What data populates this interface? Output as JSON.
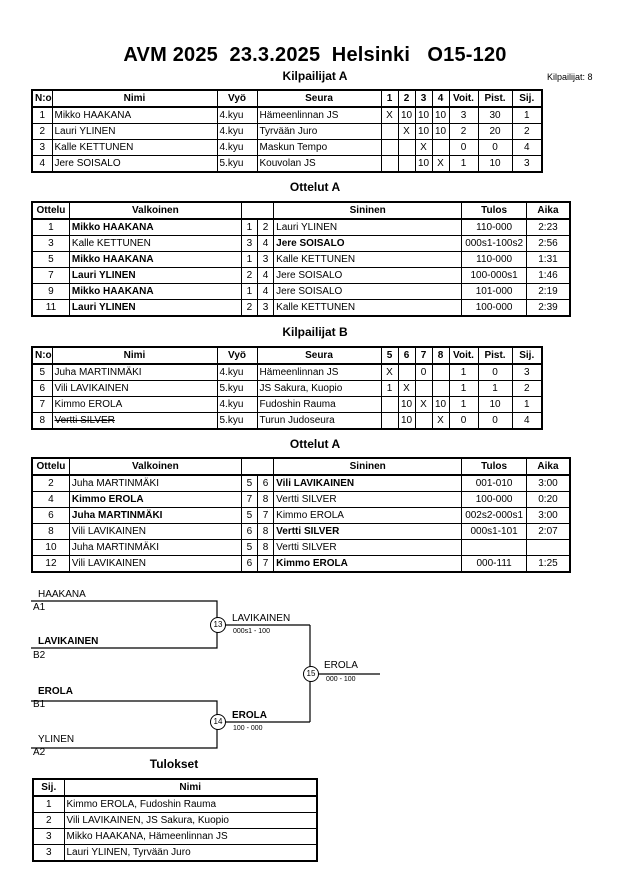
{
  "header": {
    "title": "AVM 2025  23.3.2025  Helsinki   O15-120",
    "participants_count": "Kilpailijat: 8"
  },
  "pool_a": {
    "title": "Kilpailijat A",
    "headers": [
      "N:o",
      "Nimi",
      "Vyö",
      "Seura",
      "1",
      "2",
      "3",
      "4",
      "Voit.",
      "Pist.",
      "Sij."
    ],
    "rows": [
      {
        "no": "1",
        "name": "Mikko HAAKANA",
        "belt": "4.kyu",
        "club": "Hämeenlinnan JS",
        "r1": "X",
        "r2": "10",
        "r3": "10",
        "r4": "10",
        "wins": "3",
        "points": "30",
        "place": "1"
      },
      {
        "no": "2",
        "name": "Lauri YLINEN",
        "belt": "4.kyu",
        "club": "Tyrvään Juro",
        "r1": "",
        "r2": "X",
        "r3": "10",
        "r4": "10",
        "wins": "2",
        "points": "20",
        "place": "2"
      },
      {
        "no": "3",
        "name": "Kalle KETTUNEN",
        "belt": "4.kyu",
        "club": "Maskun Tempo",
        "r1": "",
        "r2": "",
        "r3": "X",
        "r4": "",
        "wins": "0",
        "points": "0",
        "place": "4"
      },
      {
        "no": "4",
        "name": "Jere SOISALO",
        "belt": "5.kyu",
        "club": "Kouvolan JS",
        "r1": "",
        "r2": "",
        "r3": "10",
        "r4": "X",
        "wins": "1",
        "points": "10",
        "place": "3"
      }
    ]
  },
  "matches_a": {
    "title": "Ottelut A",
    "headers": [
      "Ottelu",
      "Valkoinen",
      "",
      "",
      "Sininen",
      "Tulos",
      "Aika"
    ],
    "rows": [
      {
        "match": "1",
        "white": "Mikko HAAKANA",
        "wn": "1",
        "bn": "2",
        "blue": "Lauri YLINEN",
        "result": "110-000",
        "time": "2:23",
        "white_bold": true,
        "blue_bold": false
      },
      {
        "match": "3",
        "white": "Kalle KETTUNEN",
        "wn": "3",
        "bn": "4",
        "blue": "Jere SOISALO",
        "result": "000s1-100s2",
        "time": "2:56",
        "white_bold": false,
        "blue_bold": true
      },
      {
        "match": "5",
        "white": "Mikko HAAKANA",
        "wn": "1",
        "bn": "3",
        "blue": "Kalle KETTUNEN",
        "result": "110-000",
        "time": "1:31",
        "white_bold": true,
        "blue_bold": false
      },
      {
        "match": "7",
        "white": "Lauri YLINEN",
        "wn": "2",
        "bn": "4",
        "blue": "Jere SOISALO",
        "result": "100-000s1",
        "time": "1:46",
        "white_bold": true,
        "blue_bold": false
      },
      {
        "match": "9",
        "white": "Mikko HAAKANA",
        "wn": "1",
        "bn": "4",
        "blue": "Jere SOISALO",
        "result": "101-000",
        "time": "2:19",
        "white_bold": true,
        "blue_bold": false
      },
      {
        "match": "11",
        "white": "Lauri YLINEN",
        "wn": "2",
        "bn": "3",
        "blue": "Kalle KETTUNEN",
        "result": "100-000",
        "time": "2:39",
        "white_bold": true,
        "blue_bold": false
      }
    ]
  },
  "pool_b": {
    "title": "Kilpailijat B",
    "headers": [
      "N:o",
      "Nimi",
      "Vyö",
      "Seura",
      "5",
      "6",
      "7",
      "8",
      "Voit.",
      "Pist.",
      "Sij."
    ],
    "rows": [
      {
        "no": "5",
        "name": "Juha MARTINMÄKI",
        "belt": "4.kyu",
        "club": "Hämeenlinnan JS",
        "r1": "X",
        "r2": "",
        "r3": "0",
        "r4": "",
        "wins": "1",
        "points": "0",
        "place": "3",
        "struck": false
      },
      {
        "no": "6",
        "name": "Vili LAVIKAINEN",
        "belt": "5.kyu",
        "club": "JS Sakura, Kuopio",
        "r1": "1",
        "r2": "X",
        "r3": "",
        "r4": "",
        "wins": "1",
        "points": "1",
        "place": "2",
        "struck": false
      },
      {
        "no": "7",
        "name": "Kimmo EROLA",
        "belt": "4.kyu",
        "club": "Fudoshin Rauma",
        "r1": "",
        "r2": "10",
        "r3": "X",
        "r4": "10",
        "wins": "1",
        "points": "10",
        "place": "1",
        "struck": false
      },
      {
        "no": "8",
        "name": "Vertti SILVER",
        "belt": "5.kyu",
        "club": "Turun Judoseura",
        "r1": "",
        "r2": "10",
        "r3": "",
        "r4": "X",
        "wins": "0",
        "points": "0",
        "place": "4",
        "struck": true
      }
    ]
  },
  "matches_b": {
    "title": "Ottelut A",
    "headers": [
      "Ottelu",
      "Valkoinen",
      "",
      "",
      "Sininen",
      "Tulos",
      "Aika"
    ],
    "rows": [
      {
        "match": "2",
        "white": "Juha MARTINMÄKI",
        "wn": "5",
        "bn": "6",
        "blue": "Vili LAVIKAINEN",
        "result": "001-010",
        "time": "3:00",
        "white_bold": false,
        "blue_bold": true
      },
      {
        "match": "4",
        "white": "Kimmo EROLA",
        "wn": "7",
        "bn": "8",
        "blue": "Vertti SILVER",
        "result": "100-000",
        "time": "0:20",
        "white_bold": true,
        "blue_bold": false
      },
      {
        "match": "6",
        "white": "Juha MARTINMÄKI",
        "wn": "5",
        "bn": "7",
        "blue": "Kimmo EROLA",
        "result": "002s2-000s1",
        "time": "3:00",
        "white_bold": true,
        "blue_bold": false
      },
      {
        "match": "8",
        "white": "Vili LAVIKAINEN",
        "wn": "6",
        "bn": "8",
        "blue": "Vertti SILVER",
        "result": "000s1-101",
        "time": "2:07",
        "white_bold": false,
        "blue_bold": true
      },
      {
        "match": "10",
        "white": "Juha MARTINMÄKI",
        "wn": "5",
        "bn": "8",
        "blue": "Vertti SILVER",
        "result": "",
        "time": "",
        "white_bold": false,
        "blue_bold": false
      },
      {
        "match": "12",
        "white": "Vili LAVIKAINEN",
        "wn": "6",
        "bn": "7",
        "blue": "Kimmo EROLA",
        "result": "000-111",
        "time": "1:25",
        "white_bold": false,
        "blue_bold": true
      }
    ]
  },
  "bracket": {
    "s1_top_name": "HAAKANA",
    "s1_top_seed": "A1",
    "s1_bot_name": "LAVIKAINEN",
    "s1_bot_seed": "B2",
    "s2_top_name": "EROLA",
    "s2_top_seed": "B1",
    "s2_bot_name": "YLINEN",
    "s2_bot_seed": "A2",
    "m13": "13",
    "m13_winner": "LAVIKAINEN",
    "m13_score": "000s1 - 100",
    "m14": "14",
    "m14_winner": "EROLA",
    "m14_score": "100 - 000",
    "m15": "15",
    "m15_winner": "EROLA",
    "m15_score": "000 - 100"
  },
  "results": {
    "title": "Tulokset",
    "headers": [
      "Sij.",
      "Nimi"
    ],
    "rows": [
      {
        "place": "1",
        "name": "Kimmo EROLA, Fudoshin Rauma"
      },
      {
        "place": "2",
        "name": "Vili LAVIKAINEN, JS Sakura, Kuopio"
      },
      {
        "place": "3",
        "name": "Mikko HAAKANA, Hämeenlinnan JS"
      },
      {
        "place": "3",
        "name": "Lauri YLINEN, Tyrvään Juro"
      }
    ]
  }
}
